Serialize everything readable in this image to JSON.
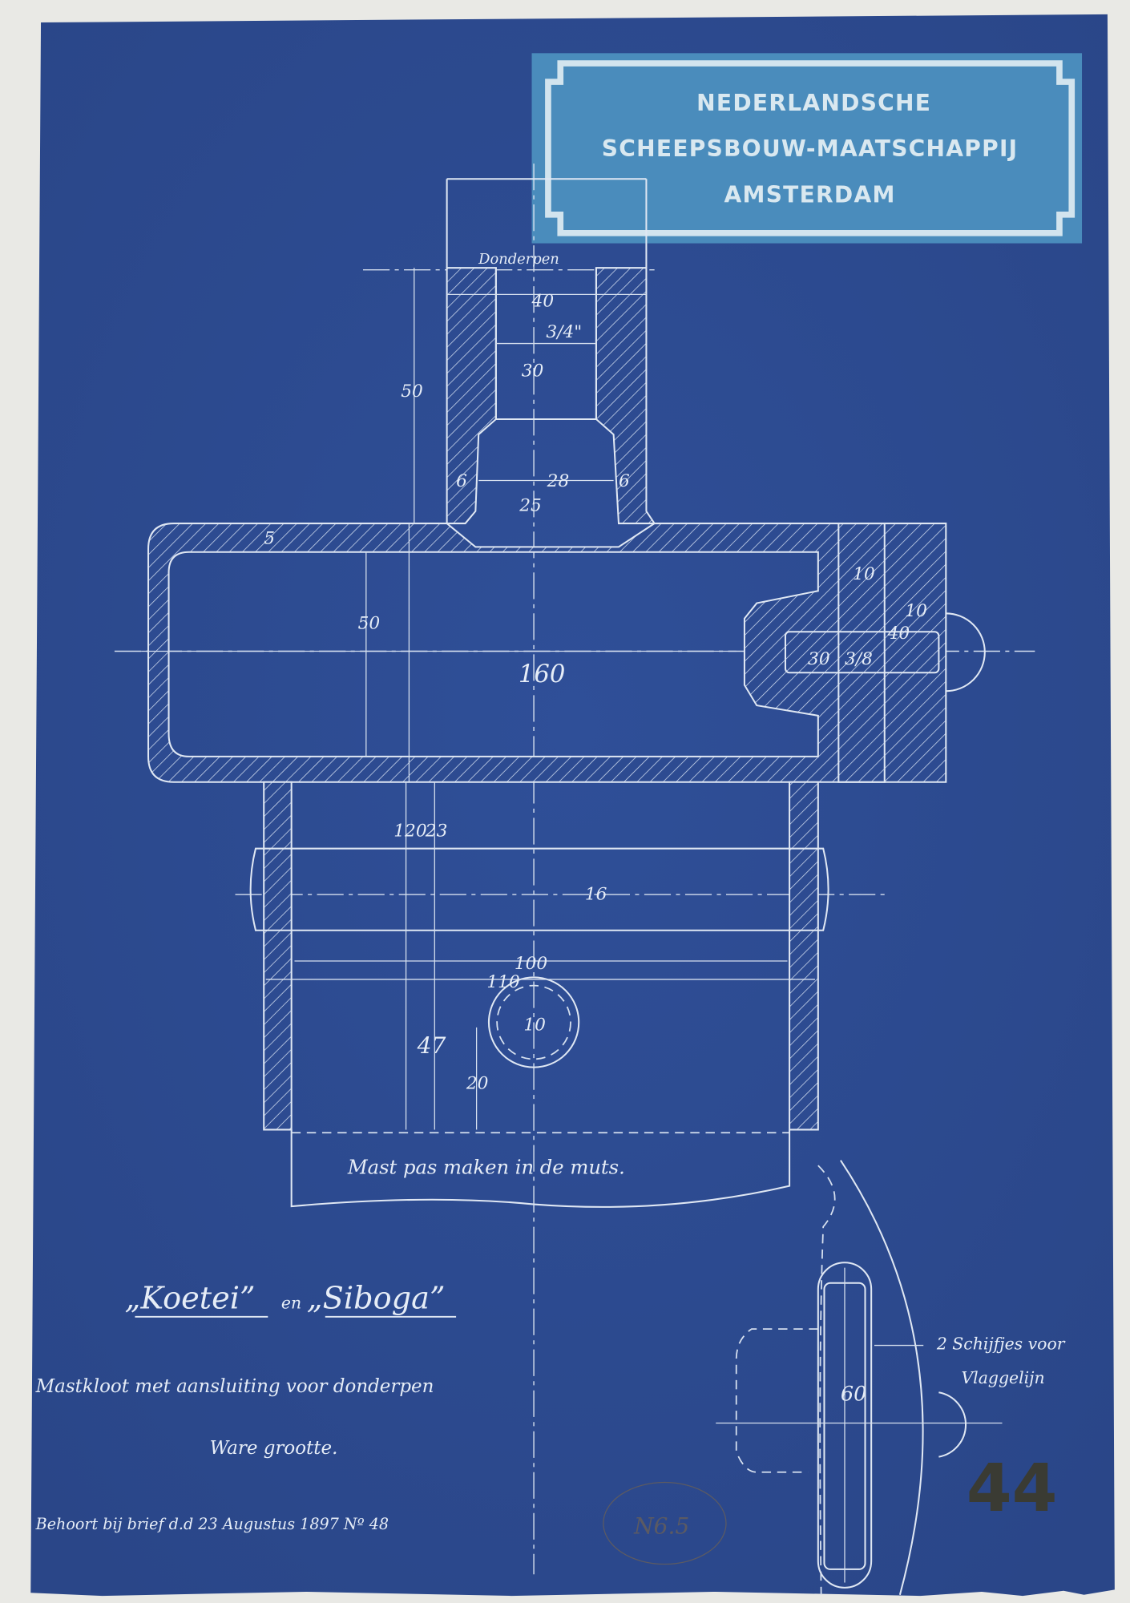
{
  "stamp": {
    "line1": "NEDERLANDSCHE",
    "line2": "SCHEEPSBOUW-MAATSCHAPPIJ",
    "line3": "AMSTERDAM"
  },
  "labels": {
    "donderpen": "Donderpen",
    "mast_note": "Mast pas maken in de muts.",
    "sheave_note_1": "2 Schijfjes voor",
    "sheave_note_2": "Vlaggelijn"
  },
  "title": {
    "ship1": "„Koetei”",
    "conj": "en",
    "ship2": "„Siboga”",
    "subtitle": "Mastkloot met aansluiting voor donderpen",
    "scale": "Ware grootte.",
    "footer": "Behoort bij brief d.d 23 Augustus 1897 Nº 48"
  },
  "pencil_mark": "N6.5",
  "sheet_number": "44",
  "dims": [
    "40",
    "3/4\"",
    "30",
    "50",
    "6",
    "28",
    "6",
    "25",
    "5",
    "50",
    "10",
    "10",
    "40",
    "30",
    "3/8",
    "160",
    "120",
    "23",
    "16",
    "100",
    "110",
    "10",
    "47",
    "20",
    "60"
  ],
  "colors": {
    "paper": "#2d4b91",
    "stamp_fill": "#4a8cbc",
    "lines": "#dfe7f3"
  }
}
